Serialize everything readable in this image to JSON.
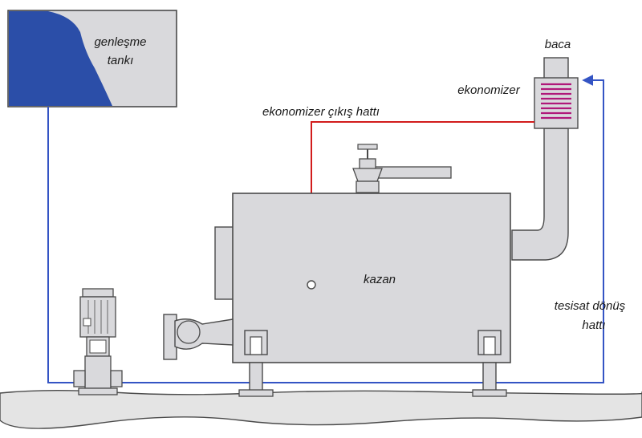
{
  "labels": {
    "expansion_tank": [
      "genleşme",
      "tankı"
    ],
    "chimney": "baca",
    "economizer": "ekonomizer",
    "economizer_outlet": "ekonomizer çıkış hattı",
    "boiler": "kazan",
    "return_line": [
      "tesisat dönüş",
      "hattı"
    ]
  },
  "colors": {
    "background": "#ffffff",
    "equipment_fill": "#d9d9dc",
    "equipment_stroke": "#4a4a4a",
    "water": "#2b4ea8",
    "return_line": "#3454c4",
    "outlet_line": "#d21c1c",
    "economizer_coil": "#b0187a",
    "ground": "#e4e4e4"
  },
  "icons": [
    "arrow-up-icon",
    "arrow-right-icon",
    "arrow-down-icon",
    "valve-icon",
    "pump-motor-icon",
    "burner-icon"
  ]
}
